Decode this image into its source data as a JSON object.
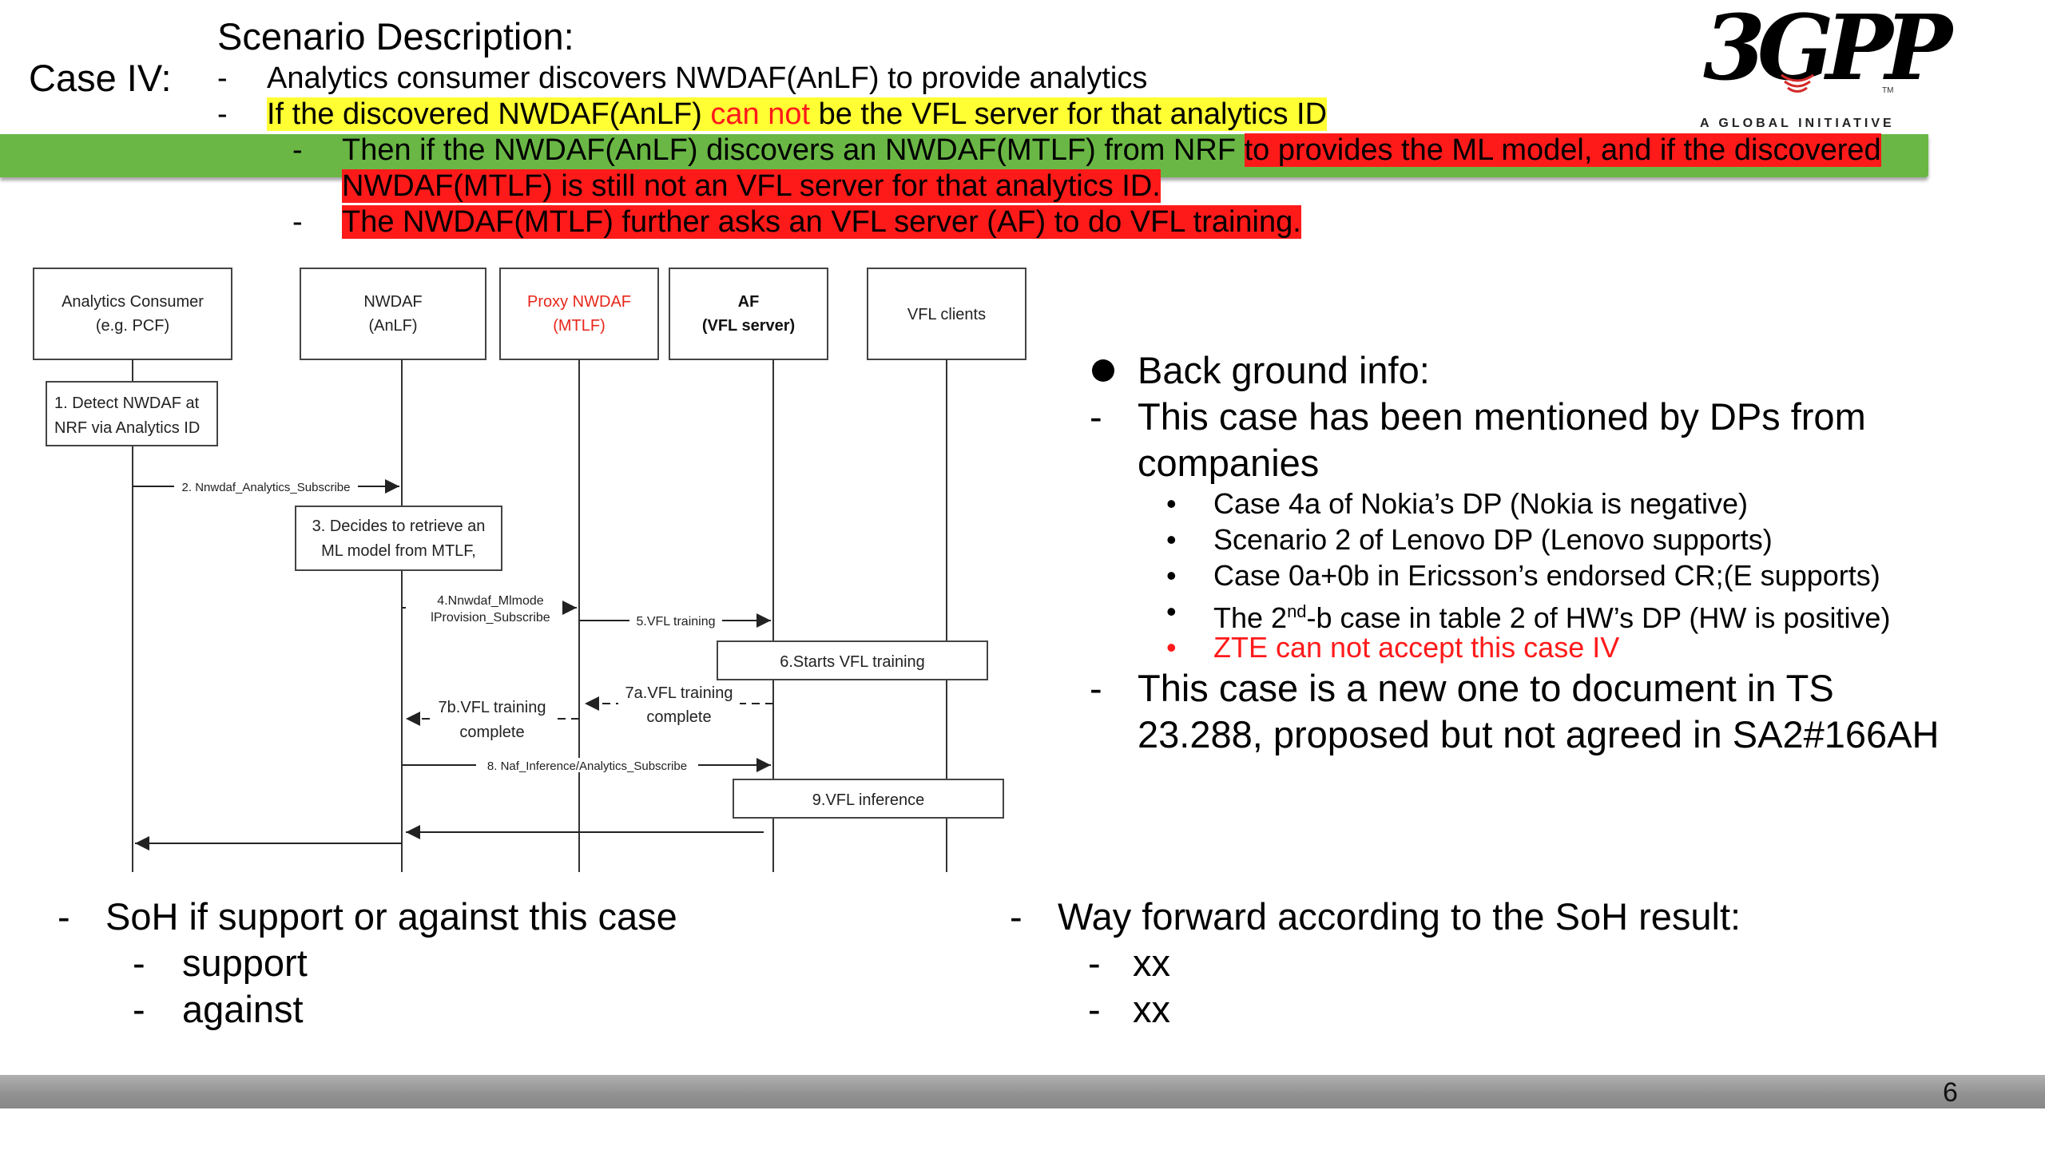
{
  "header": {
    "case_label": "Case IV:",
    "scenario_title": "Scenario Description:",
    "bullet1": "Analytics consumer discovers NWDAF(AnLF) to provide analytics",
    "bullet2_a": "If the discovered NWDAF(AnLF) ",
    "bullet2_b": "can not",
    "bullet2_c": " be the VFL server for that analytics ID",
    "sub1_a": "Then if the NWDAF(AnLF) discovers an NWDAF(MTLF) from NRF ",
    "sub1_b": "to provides the ML model, and if the discovered",
    "sub1_c": "NWDAF(MTLF) is still not an VFL server for that analytics ID.",
    "sub2": "The NWDAF(MTLF) further asks an VFL server (AF) to do VFL training.",
    "dash": "-"
  },
  "logo": {
    "mark": "3GPP",
    "tm": "TM",
    "tagline": "A GLOBAL INITIATIVE"
  },
  "diagram": {
    "participants": [
      {
        "line1": "Analytics Consumer",
        "line2": "(e.g. PCF)"
      },
      {
        "line1": "NWDAF",
        "line2": "(AnLF)"
      },
      {
        "line1": "Proxy NWDAF",
        "line2": "(MTLF)"
      },
      {
        "line1": "AF",
        "line2": "(VFL server)"
      },
      {
        "line1": "VFL clients",
        "line2": ""
      }
    ],
    "step1_l1": "1. Detect NWDAF at",
    "step1_l2": "NRF via Analytics ID",
    "step2": "2. Nnwdaf_Analytics_Subscribe",
    "step3_l1": "3. Decides to retrieve an",
    "step3_l2": "ML model from MTLF,",
    "step4_l1": "4.Nnwdaf_Mlmode",
    "step4_l2": "lProvision_Subscribe",
    "step5": "5.VFL training",
    "step6": "6.Starts VFL training",
    "step7a_l1": "7a.VFL training",
    "step7a_l2": "complete",
    "step7b_l1": "7b.VFL training",
    "step7b_l2": "complete",
    "step8": "8. Naf_Inference/Analytics_Subscribe",
    "step9": "9.VFL inference",
    "colors": {
      "proxy": "#e8261b",
      "line": "#333333"
    }
  },
  "background": {
    "heading": "Back ground info:",
    "para1_l1": "This case has been mentioned by DPs from",
    "para1_l2": "companies",
    "items": [
      "Case 4a of Nokia’s DP (Nokia is negative)",
      "Scenario 2 of Lenovo DP (Lenovo supports)",
      "Case 0a+0b in Ericsson’s endorsed CR;(E supports)"
    ],
    "item4_a": "The 2",
    "item4_sup": "nd",
    "item4_b": "-b  case in table 2 of HW’s DP (HW is positive)",
    "item5": "ZTE can not accept this case IV",
    "para2_l1": "This case is a new one to document in TS",
    "para2_l2": "23.288, proposed but not agreed in SA2#166AH"
  },
  "soh": {
    "title": "SoH if support or against this case",
    "opt1": "support",
    "opt2": "against"
  },
  "way_forward": {
    "title": "Way forward according to the SoH result:",
    "opt1": "xx",
    "opt2": "xx"
  },
  "page_number": "6"
}
